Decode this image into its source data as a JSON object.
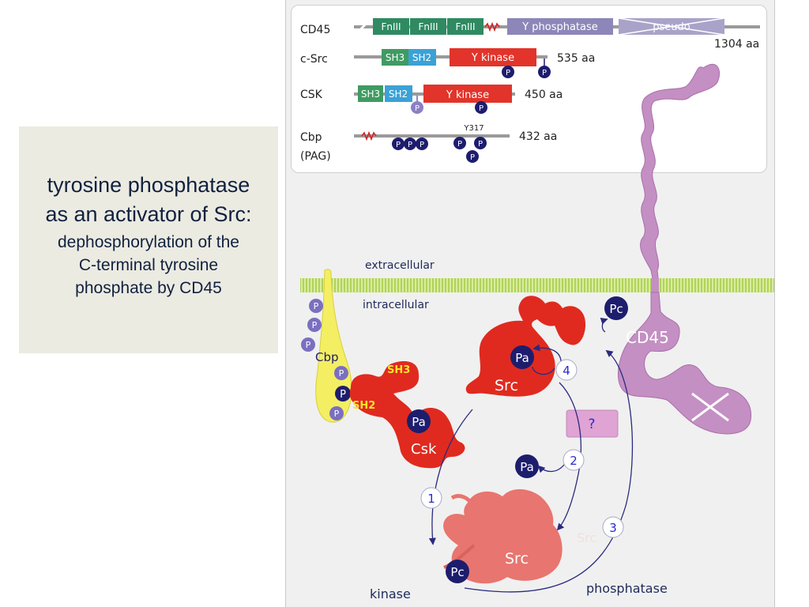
{
  "caption": {
    "title_line1": "tyrosine phosphatase",
    "title_line2": "as an activator of Src:",
    "sub_line1": "dephosphorylation of the",
    "sub_line2": "C-terminal tyrosine",
    "sub_line3": "phosphate by CD45"
  },
  "domains": {
    "rows": [
      {
        "name": "CD45",
        "length": "1304 aa"
      },
      {
        "name": "c-Src",
        "length": "535 aa"
      },
      {
        "name": "CSK",
        "length": "450 aa"
      },
      {
        "name": "Cbp",
        "name2": "(PAG)",
        "length": "432 aa"
      }
    ],
    "fn3": "FnIII",
    "y_phosphatase": "Y phosphatase",
    "pseudo": "pseudo",
    "sh3": "SH3",
    "sh2": "SH2",
    "y_kinase": "Y kinase",
    "p": "P",
    "y317": "Y317"
  },
  "membrane": {
    "extracellular": "extracellular",
    "intracellular": "intracellular"
  },
  "molecules": {
    "cbp": "Cbp",
    "sh3": "SH3",
    "sh2": "SH2",
    "csk": "Csk",
    "src": "Src",
    "cd45": "CD45",
    "pa": "Pa",
    "pc": "Pc",
    "question": "?"
  },
  "steps": [
    "1",
    "2",
    "3",
    "4"
  ],
  "labels": {
    "kinase": "kinase",
    "phosphatase": "phosphatase"
  },
  "colors": {
    "red": "#e02a1f",
    "pink": "#e8756f",
    "purple": "#c490c3",
    "navy": "#1d1d6e",
    "step": "#2a2ad0"
  }
}
